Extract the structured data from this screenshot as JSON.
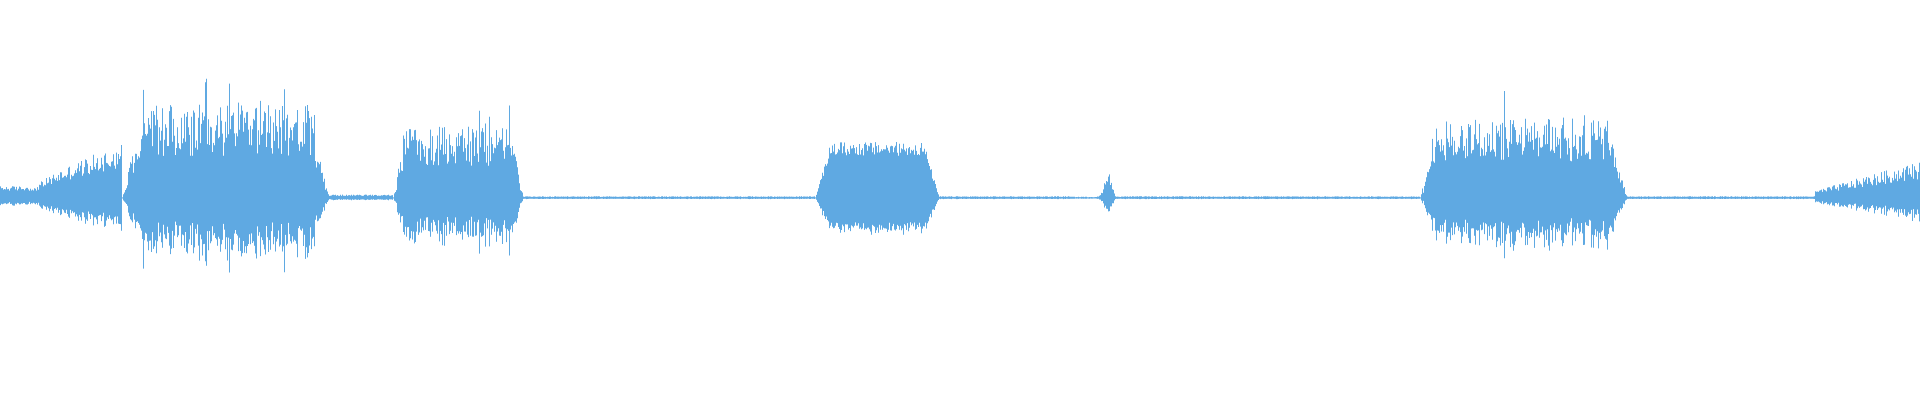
{
  "waveform": {
    "color": "#5fa9e2",
    "background": "#ffffff",
    "segments": [
      {
        "start": 0.0,
        "end": 0.0172,
        "level": 0.07,
        "shape": "flat"
      },
      {
        "start": 0.0172,
        "end": 0.0637,
        "level": 0.32,
        "shape": "ramp"
      },
      {
        "start": 0.0637,
        "end": 0.1716,
        "level": 0.55,
        "shape": "burst"
      },
      {
        "start": 0.1716,
        "end": 0.2046,
        "level": 0.02,
        "shape": "flat"
      },
      {
        "start": 0.2046,
        "end": 0.2722,
        "level": 0.42,
        "shape": "burst"
      },
      {
        "start": 0.2722,
        "end": 0.4247,
        "level": 0.01,
        "shape": "flat"
      },
      {
        "start": 0.4247,
        "end": 0.4892,
        "level": 0.33,
        "shape": "plateau"
      },
      {
        "start": 0.4892,
        "end": 0.5595,
        "level": 0.01,
        "shape": "flat"
      },
      {
        "start": 0.5595,
        "end": 0.5809,
        "level": 0.15,
        "shape": "peak"
      },
      {
        "start": 0.5809,
        "end": 0.7395,
        "level": 0.01,
        "shape": "flat"
      },
      {
        "start": 0.7395,
        "end": 0.8474,
        "level": 0.47,
        "shape": "burst"
      },
      {
        "start": 0.8474,
        "end": 0.9453,
        "level": 0.01,
        "shape": "flat"
      },
      {
        "start": 0.9453,
        "end": 1.0,
        "level": 0.22,
        "shape": "ramp-up"
      }
    ]
  }
}
